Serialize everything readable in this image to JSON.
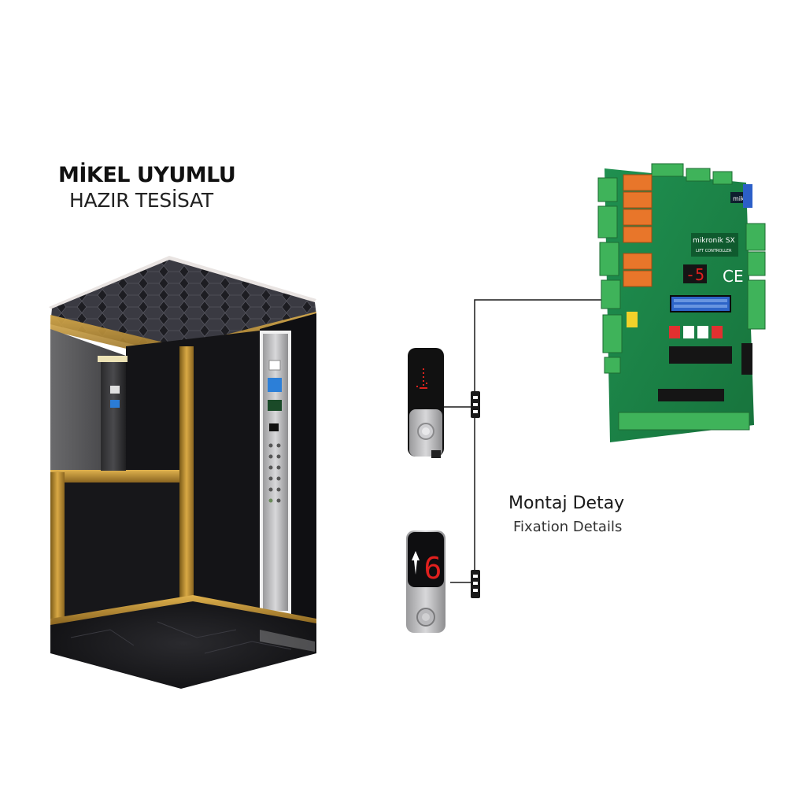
{
  "heading": {
    "title": "MİKEL UYUMLU",
    "subtitle": "HAZIR TESİSAT"
  },
  "montaj": {
    "title": "Montaj Detay",
    "subtitle": "Fixation Details"
  },
  "controller": {
    "brand": "mikronik SX",
    "model": "LIFT CONTROLLER",
    "logo": "mik-el",
    "display": "-5",
    "lcd_line1": "",
    "ce_mark": "CE"
  },
  "indicators": {
    "cabin_floor": "6"
  },
  "colors": {
    "gold": "#b8892a",
    "pcb_green": "#1f8a4a",
    "relay_orange": "#e8762a",
    "seven_seg_red": "#e0201e",
    "ceiling_dark": "#1b1b1f",
    "wall_black": "#121215"
  },
  "icons": {
    "ceiling": "hexagon-ceiling-pattern",
    "floor": "black-marble-floor",
    "call_button": "call-button-icon",
    "speaker": "speaker-grille-icon"
  }
}
